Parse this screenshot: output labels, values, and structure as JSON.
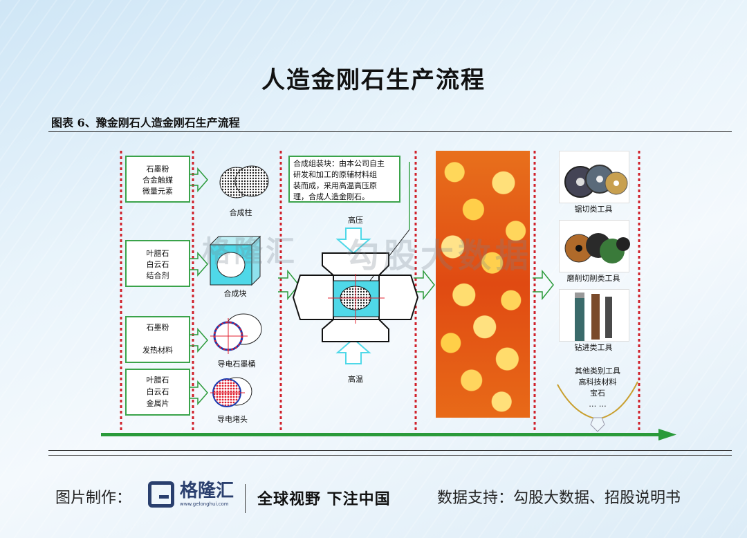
{
  "title": "人造金刚石生产流程",
  "caption": "图表 6、豫金刚石人造金刚石生产流程",
  "materials": [
    {
      "lines": [
        "石墨粉",
        "合金触媒",
        "微量元素"
      ],
      "product": "合成柱"
    },
    {
      "lines": [
        "叶腊石",
        "白云石",
        "结合剂"
      ],
      "product": "合成块"
    },
    {
      "lines": [
        "石墨粉",
        "",
        "发热材料"
      ],
      "product": "导电石墨桶"
    },
    {
      "lines": [
        "叶腊石",
        "白云石",
        "金属片"
      ],
      "product": "导电堵头"
    }
  ],
  "assembly_note": [
    "合成组装块：由本公司自主",
    "研发和加工的原辅材料组",
    "装而成，采用高温高压原",
    "理，合成人造金刚石。"
  ],
  "press_top_label": "高压",
  "press_bottom_label": "高温",
  "products": [
    {
      "label": "锯切类工具"
    },
    {
      "label": "磨削切削类工具"
    },
    {
      "label": "钻进类工具"
    }
  ],
  "other_products": [
    "其他类别工具",
    "高科技材料",
    "宝石",
    "… …"
  ],
  "watermark": {
    "brand": "格隆汇",
    "brand_url": "www.gelonghui.com",
    "data": "勾股大数据"
  },
  "footer": {
    "made_by": "图片制作：",
    "brand_name": "格隆汇",
    "brand_url": "www.gelonghui.com",
    "slogan": "全球视野 下注中国",
    "source": "数据支持：勾股大数据、招股说明书"
  },
  "colors": {
    "dotted_line": "#d0202a",
    "arrow_green": "#2a9a3a",
    "box_border": "#3aa34a",
    "cyan_fill": "#4fd8e8"
  }
}
